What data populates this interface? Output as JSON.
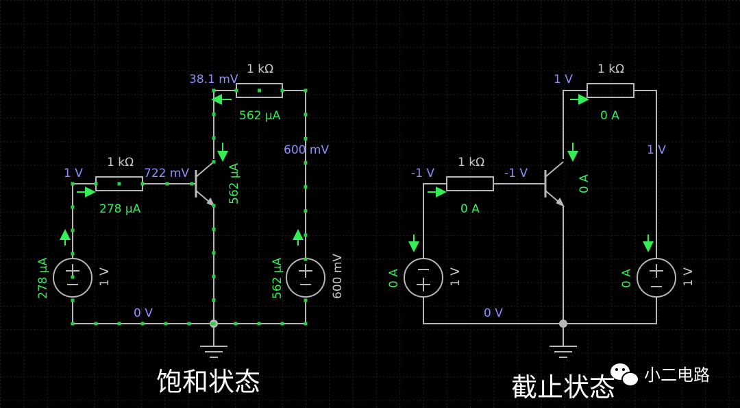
{
  "colors": {
    "background": "#000000",
    "wire": "#b8b8b8",
    "voltage_label": "#8f8fff",
    "current_label": "#33ee55",
    "component_label": "#c9c9c9",
    "current_dot": "#2ecc40"
  },
  "saturation": {
    "caption": "饱和状态",
    "base_resistor": "1 kΩ",
    "collector_resistor": "1 kΩ",
    "v_base_node": "1 V",
    "v_base": "722 mV",
    "i_base": "278 μA",
    "v_collector": "38.1 mV",
    "i_collector": "562 μA",
    "i_transistor": "562 μA",
    "v_supply_node": "600 mV",
    "source_left_current": "278 μA",
    "source_left_voltage": "1 V",
    "source_right_current": "562 μA",
    "source_right_voltage": "600 mV",
    "v_ground": "0 V"
  },
  "cutoff": {
    "caption": "截止状态",
    "base_resistor": "1 kΩ",
    "collector_resistor": "1 kΩ",
    "v_base_node": "-1 V",
    "v_base": "-1 V",
    "i_base": "0 A",
    "v_collector": "1 V",
    "i_collector": "0 A",
    "i_transistor": "0 A",
    "v_supply_node": "1 V",
    "source_left_current": "0 A",
    "source_left_voltage": "1 V",
    "source_right_current": "0 A",
    "source_right_voltage": "1 V",
    "v_ground": "0 V"
  },
  "watermark": {
    "icon": "wechat-icon",
    "text": "小二电路"
  }
}
